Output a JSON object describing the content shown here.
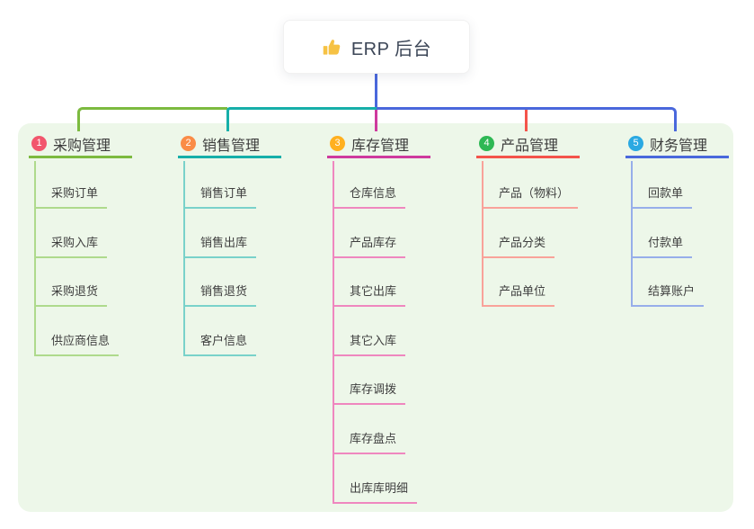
{
  "root": {
    "title": "ERP 后台",
    "icon": "thumbs-up"
  },
  "panel_color": "#edf7e9",
  "connector_blue": "#4a68dc",
  "branches": [
    {
      "badge": "1",
      "label": "采购管理",
      "badge_color": "#f2566d",
      "line_color": "#7cba3f",
      "child_line_color": "#aeda8c",
      "children": [
        "采购订单",
        "采购入库",
        "采购退货",
        "供应商信息"
      ]
    },
    {
      "badge": "2",
      "label": "销售管理",
      "badge_color": "#fa8c47",
      "line_color": "#16afa9",
      "child_line_color": "#79d2ca",
      "children": [
        "销售订单",
        "销售出库",
        "销售退货",
        "客户信息"
      ]
    },
    {
      "badge": "3",
      "label": "库存管理",
      "badge_color": "#ffb01f",
      "line_color": "#ce3a9e",
      "child_line_color": "#ef87bf",
      "children": [
        "仓库信息",
        "产品库存",
        "其它出库",
        "其它入库",
        "库存调拨",
        "库存盘点",
        "出库库明细"
      ]
    },
    {
      "badge": "4",
      "label": "产品管理",
      "badge_color": "#2eb854",
      "line_color": "#f4544b",
      "child_line_color": "#f9a29a",
      "children": [
        "产品（物料）",
        "产品分类",
        "产品单位"
      ]
    },
    {
      "badge": "5",
      "label": "财务管理",
      "badge_color": "#2ba9e2",
      "line_color": "#4a68dc",
      "child_line_color": "#97aeea",
      "children": [
        "回款单",
        "付款单",
        "结算账户"
      ]
    }
  ]
}
